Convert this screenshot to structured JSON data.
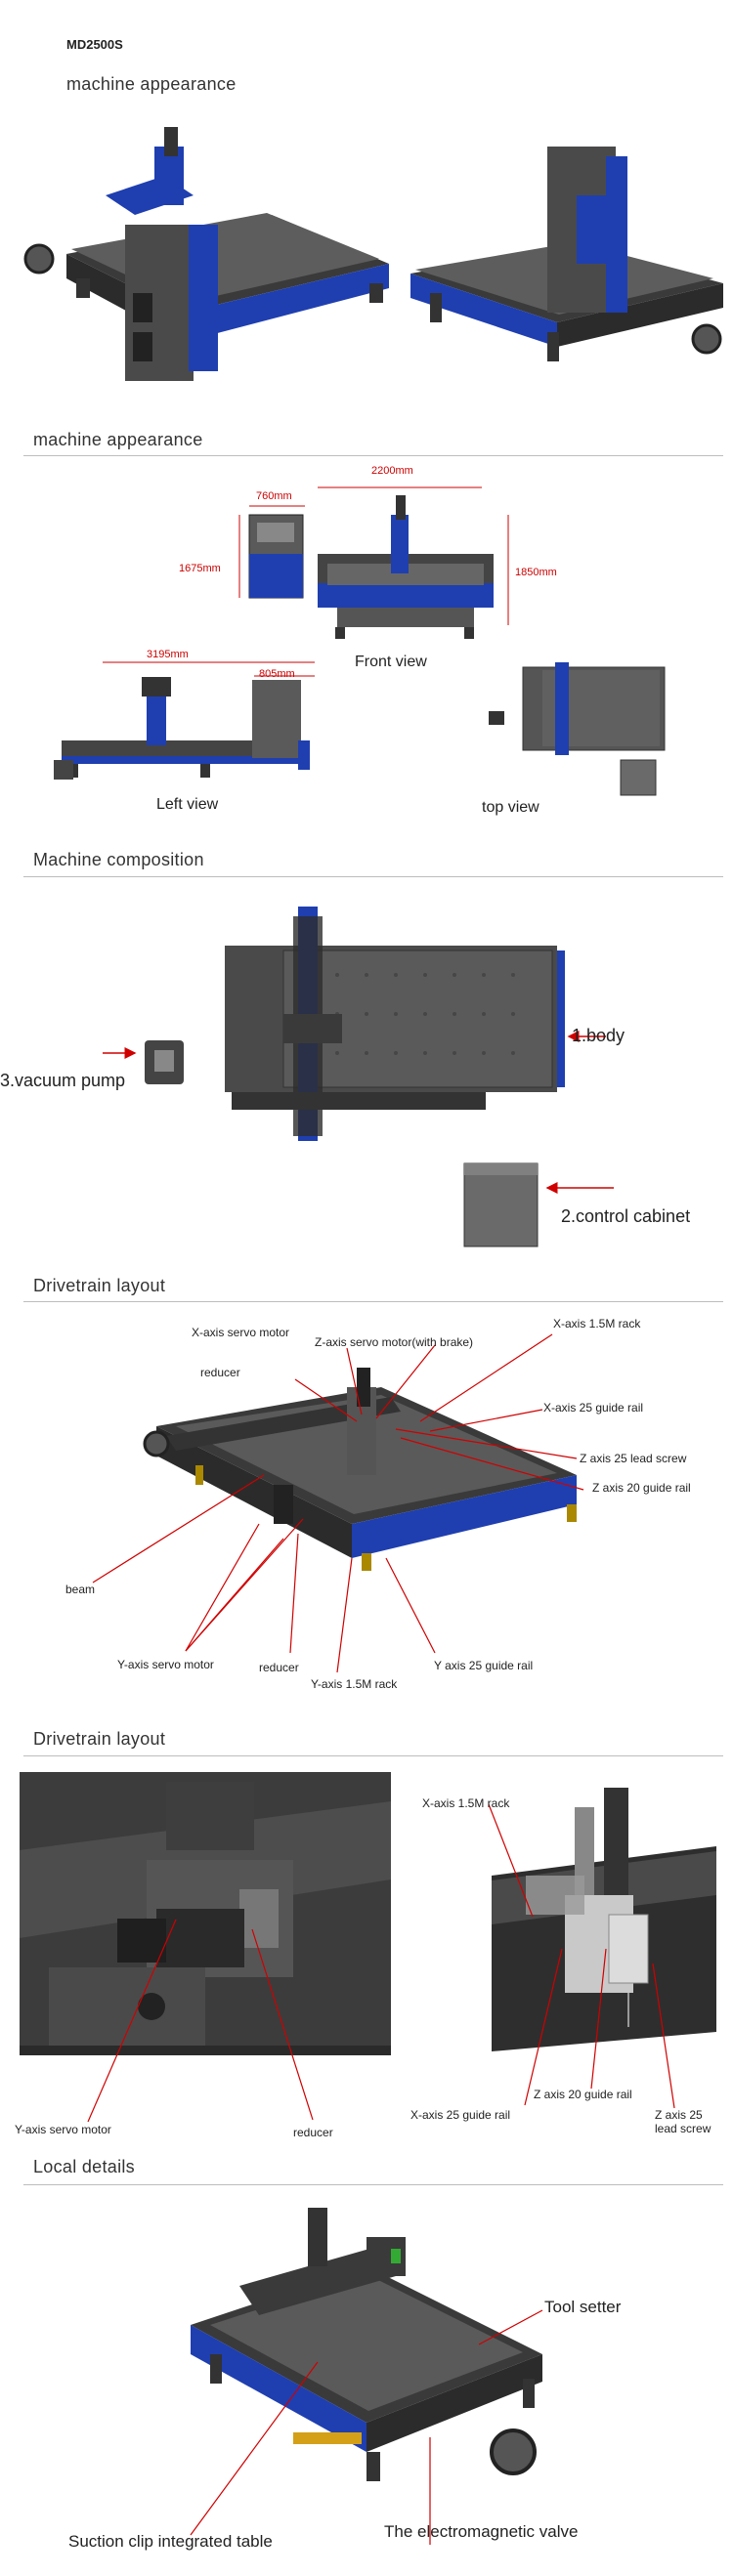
{
  "header": {
    "model": "MD2500S",
    "title": "machine appearance"
  },
  "sections": [
    {
      "title": "machine appearance"
    },
    {
      "title": "Machine composition"
    },
    {
      "title": "Drivetrain layout"
    },
    {
      "title": "Drivetrain layout"
    },
    {
      "title": "Local details"
    }
  ],
  "dimensions": {
    "d760": "760mm",
    "d1675": "1675mm",
    "d2200": "2200mm",
    "d1850": "1850mm",
    "d3195": "3195mm",
    "d805": "805mm",
    "front_view": "Front view",
    "left_view": "Left view",
    "top_view": "top view"
  },
  "composition": {
    "body": "1.body",
    "vacuum_pump": "3.vacuum pump",
    "control_cabinet": "2.control cabinet"
  },
  "drivetrain1": {
    "x_servo": "X-axis servo motor",
    "z_servo": "Z-axis servo motor(with brake)",
    "x_rack": "X-axis 1.5M rack",
    "reducer_top": "reducer",
    "x_rail": "X-axis 25 guide rail",
    "z_screw": "Z axis 25 lead screw",
    "z_rail": "Z axis 20 guide rail",
    "beam": "beam",
    "y_servo": "Y-axis servo motor",
    "reducer_bottom": "reducer",
    "y_rack": "Y-axis 1.5M rack",
    "y_rail": "Y axis 25 guide rail"
  },
  "drivetrain2": {
    "y_servo": "Y-axis servo motor",
    "reducer": "reducer",
    "x_rack": "X-axis 1.5M rack",
    "z_rail": "Z axis 20 guide rail",
    "x_rail": "X-axis 25 guide rail",
    "z_screw": "Z axis 25 lead screw"
  },
  "local_details": {
    "tool_setter": "Tool setter",
    "suction": "Suction clip integrated table",
    "valve": "The electromagnetic valve"
  },
  "colors": {
    "blue": "#1f3fb0",
    "grey": "#4a4a4a",
    "dark": "#2a2a2a",
    "red": "#d00000"
  }
}
